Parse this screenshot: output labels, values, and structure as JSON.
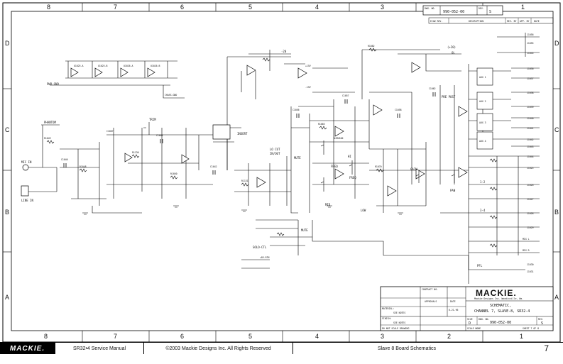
{
  "drawing_number": "990-052-00",
  "revision": "S",
  "border_columns": [
    "8",
    "7",
    "6",
    "5",
    "4",
    "3",
    "2",
    "1"
  ],
  "border_rows": [
    "D",
    "C",
    "B",
    "A"
  ],
  "revision_block": {
    "headers": [
      "ECO# REV.",
      "DESCRIPTION",
      "REV. BY",
      "APP. BY",
      "DATE"
    ]
  },
  "title_block": {
    "brand": "MACKIE.",
    "company_line": "Mackie Designs Inc. Woodinville, Wa.",
    "title_lines": [
      "SCHEMATIC,",
      "CHANNEL 7, SLAVE-8, SR32-4"
    ],
    "approvals_label": "APPROVALS",
    "date_label": "DATE",
    "contract_label": "CONTRACT NO.",
    "material_label": "MATERIAL:",
    "finish_label": "FINISH:",
    "see_notes_1": "SEE NOTES",
    "see_notes_2": "SEE NOTES",
    "do_not_scale": "DO NOT SCALE DRAWING",
    "size_label": "SIZE",
    "size_value": "D",
    "dwg_label": "DWG. NO.",
    "dwg_value": "990-052-00",
    "rev_label": "REV.",
    "rev_value": "S",
    "scale_label": "SCALE NONE",
    "sheet_label": "SHEET 7 OF 8",
    "drn_date": "6-21-96"
  },
  "labels": {
    "mic_in": "MIC IN",
    "line_in": "LINE IN",
    "pwr_gnd": "PWR-GND",
    "insert": "INSERT",
    "lo_cut": "LO CUT",
    "in_out": "IN/OUT",
    "mute": "MUTE",
    "mute_b": "MUTE",
    "freq": "FREQ",
    "freq_b": "FREQ",
    "hi": "HI",
    "mid": "MID",
    "low": "LOW",
    "gain": "GAIN",
    "pan": "PAN",
    "pfl": "PFL",
    "pre_post": "PRE POST",
    "solo": "SOLO-CTL",
    "plus20": "(+20)",
    "ol": "OL",
    "minus20": "-20",
    "aux1": "AUX 1",
    "aux2": "AUX 2",
    "aux3": "AUX 3",
    "aux4": "AUX 4",
    "bus_1_2": "1-2",
    "bus_3_4": "3-4",
    "mix_l": "MIX L",
    "mix_r": "MIX R",
    "j_refs": [
      "J1056",
      "J1055",
      "J1045",
      "J1036",
      "J1037",
      "J1038",
      "J1039",
      "J1040",
      "J1041",
      "J1042",
      "J1043",
      "J1044",
      "J1025",
      "J1026",
      "J1027",
      "J1028",
      "J1029",
      "J1030",
      "J1031"
    ],
    "chassis": "CHASS-GND",
    "plus15": "+15V",
    "minus15": "-15V",
    "plus8": "+8V-RTN",
    "ic_a": "U1025-A",
    "ic_b": "U1025-B",
    "ic_c": "U1026-A",
    "ic_d": "U1026-B",
    "nj": "NJM4560",
    "phantom": "PHANTOM",
    "trim": "TRIM",
    "r_values": [
      "R1049",
      "R1048",
      "R1130",
      "R1050",
      "R1131",
      "R1065",
      "R1070",
      "R1082"
    ],
    "c_values": [
      "C1040",
      "C1041",
      "C1042",
      "C1056",
      "C1057",
      "C1058",
      "C1062",
      "C1067"
    ]
  },
  "footer": {
    "brand": "MACKIE.",
    "manual": "SR32•4 Service Manual",
    "copyright": "©2003 Mackie Designs Inc. All Rights Reserved",
    "section": "Slave 8 Board Schematics",
    "page": "7"
  }
}
